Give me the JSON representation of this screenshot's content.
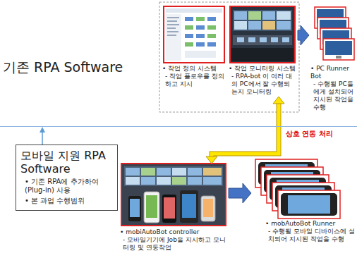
{
  "diagram": {
    "nodes": [
      {
        "text": [
          "기존 RPA Software"
        ]
      },
      {
        "text": [
          "• 작업 정의 시스템",
          "- 작업 플로우를 정의하고 지시"
        ],
        "in": 0
      },
      {
        "text": [
          "• 작업 모니터링 시스템",
          "- RPA-bot 이 여러 대의 PC에서 잘 수행되는지 모니터링"
        ],
        "in": 0
      },
      {
        "text": [
          "• PC Runner Bot",
          "- 수행될 PC들에게 설치되어 지시된 작업을 수행"
        ],
        "in": 0
      },
      {
        "text": [
          "모바일 지원 RPA Software",
          "• 기존 RPA에 추가하여 (Plug-in) 사용",
          "• 본 과업 수행범위"
        ]
      },
      {
        "text": [
          "• mobiAutoBot controller",
          "- 모바일기기에 Job을 지시하고 모니터링 및 연동작업"
        ]
      },
      {
        "text": [
          "• mobAutoBot Runner",
          "- 수행될 모바일 디바이스에 설치되어 지시된 작업을 수행"
        ]
      }
    ],
    "edges": [
      {
        "from": 4,
        "to": 0,
        "arrow": "to"
      },
      {
        "from": 2,
        "to": 3,
        "arrow": "to"
      },
      {
        "from": 2,
        "to": 5,
        "label": "상호 연동 처리",
        "arrow": "both"
      },
      {
        "from": 5,
        "to": 6,
        "arrow": "to"
      }
    ]
  }
}
